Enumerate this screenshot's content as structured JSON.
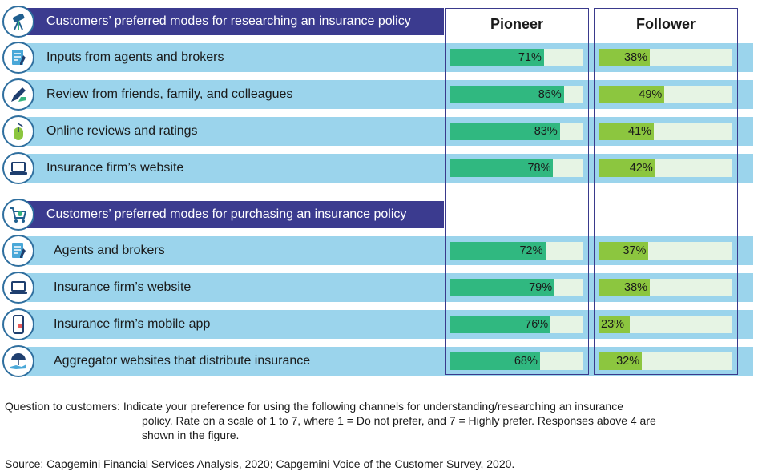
{
  "columns": {
    "pioneer": "Pioneer",
    "follower": "Follower"
  },
  "colors": {
    "header": "#3b3b8f",
    "row": "#9bd4ec",
    "pioneer_bar": "#30b880",
    "follower_bar": "#8cc63f",
    "track": "#e6f4e4"
  },
  "chart_data": {
    "type": "bar",
    "groups": [
      {
        "title": "Customers’ preferred modes for researching an insurance policy",
        "icon": "telescope-icon",
        "items": [
          {
            "label": "Inputs from agents and brokers",
            "icon": "document-pen-icon",
            "pioneer": 71,
            "follower": 38
          },
          {
            "label": "Review from friends, family, and colleagues",
            "icon": "pen-writing-icon",
            "pioneer": 86,
            "follower": 49
          },
          {
            "label": "Online reviews and ratings",
            "icon": "mouse-icon",
            "pioneer": 83,
            "follower": 41
          },
          {
            "label": "Insurance firm’s website",
            "icon": "laptop-icon",
            "pioneer": 78,
            "follower": 42
          }
        ]
      },
      {
        "title": "Customers’ preferred modes for purchasing an insurance policy",
        "icon": "shopping-cart-icon",
        "items": [
          {
            "label": "Agents and brokers",
            "icon": "document-pen-icon",
            "pioneer": 72,
            "follower": 37
          },
          {
            "label": "Insurance firm’s website",
            "icon": "laptop-icon",
            "pioneer": 79,
            "follower": 38
          },
          {
            "label": "Insurance firm’s mobile app",
            "icon": "mobile-phone-icon",
            "pioneer": 76,
            "follower": 23
          },
          {
            "label": "Aggregator websites that distribute insurance",
            "icon": "umbrella-hand-icon",
            "pioneer": 68,
            "follower": 32
          }
        ]
      }
    ],
    "ylim": [
      0,
      100
    ]
  },
  "footnote": {
    "question_label": "Question to customers:",
    "question_line1": "Indicate your preference for using the following channels for understanding/researching an insurance",
    "question_line2": "policy. Rate on a scale of 1 to 7, where 1 = Do not prefer, and 7 = Highly prefer. Responses above 4 are",
    "question_line3": "shown in the figure.",
    "source": "Source: Capgemini Financial Services Analysis, 2020; Capgemini Voice of the Customer Survey, 2020."
  }
}
